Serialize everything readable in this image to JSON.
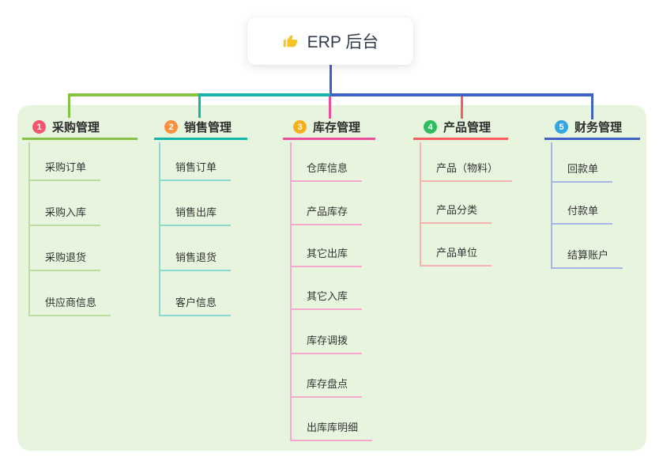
{
  "root": {
    "icon": "thumbs-up-icon",
    "title": "ERP 后台"
  },
  "colors": {
    "canvas_bg": "#ffffff",
    "panel_bg": "#e7f5de",
    "root_text": "#333b4f",
    "item_text": "#333333",
    "icon_yellow": "#f7c325"
  },
  "branches": [
    {
      "num": "1",
      "label": "采购管理",
      "badge_color": "#f4566e",
      "color": "#85c143",
      "light_color": "#b9dd9e",
      "items": [
        "采购订单",
        "采购入库",
        "采购退货",
        "供应商信息"
      ]
    },
    {
      "num": "2",
      "label": "销售管理",
      "badge_color": "#f9903e",
      "color": "#13b5ab",
      "light_color": "#8cd9d2",
      "items": [
        "销售订单",
        "销售出库",
        "销售退货",
        "客户信息"
      ]
    },
    {
      "num": "3",
      "label": "库存管理",
      "badge_color": "#f7b01b",
      "color": "#e94f9d",
      "light_color": "#f5a9cd",
      "items": [
        "仓库信息",
        "产品库存",
        "其它出库",
        "其它入库",
        "库存调拨",
        "库存盘点",
        "出库库明细"
      ]
    },
    {
      "num": "4",
      "label": "产品管理",
      "badge_color": "#2dbd5e",
      "color": "#f95b5b",
      "light_color": "#f9b0b0",
      "items": [
        "产品（物料）",
        "产品分类",
        "产品单位"
      ]
    },
    {
      "num": "5",
      "label": "财务管理",
      "badge_color": "#33a6e2",
      "color": "#4061c5",
      "light_color": "#a6b6e5",
      "items": [
        "回款单",
        "付款单",
        "结算账户"
      ]
    }
  ]
}
